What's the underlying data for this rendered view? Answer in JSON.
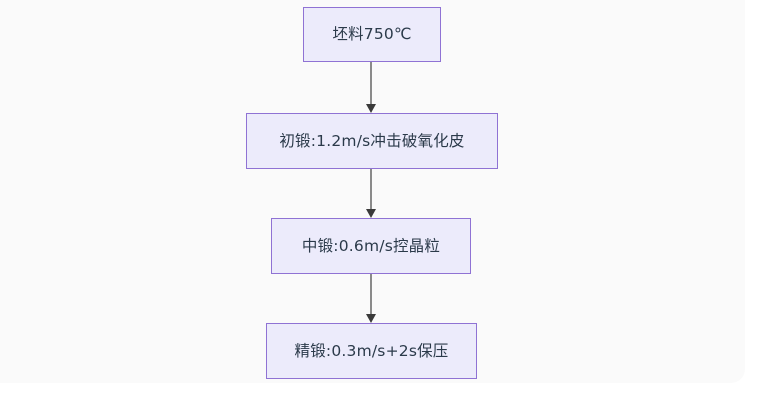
{
  "canvas": {
    "background_color": "#fafafa",
    "page_background_color": "#ffffff"
  },
  "flowchart": {
    "orientation": "top-to-bottom",
    "node_fill_color": "#ecebfb",
    "node_border_color": "#8f72d4",
    "node_text_color": "#2b3a4a",
    "connector_color": "#8a8a8a",
    "arrowhead_color": "#3a3a3a",
    "nodes": [
      {
        "id": "node-0",
        "label": "坯料750℃"
      },
      {
        "id": "node-1",
        "label": "初锻:1.2m/s冲击破氧化皮"
      },
      {
        "id": "node-2",
        "label": "中锻:0.6m/s控晶粒"
      },
      {
        "id": "node-3",
        "label": "精锻:0.3m/s+2s保压"
      }
    ],
    "edges": [
      {
        "id": "edge-0",
        "from": "node-0",
        "to": "node-1"
      },
      {
        "id": "edge-1",
        "from": "node-1",
        "to": "node-2"
      },
      {
        "id": "edge-2",
        "from": "node-2",
        "to": "node-3"
      }
    ]
  }
}
